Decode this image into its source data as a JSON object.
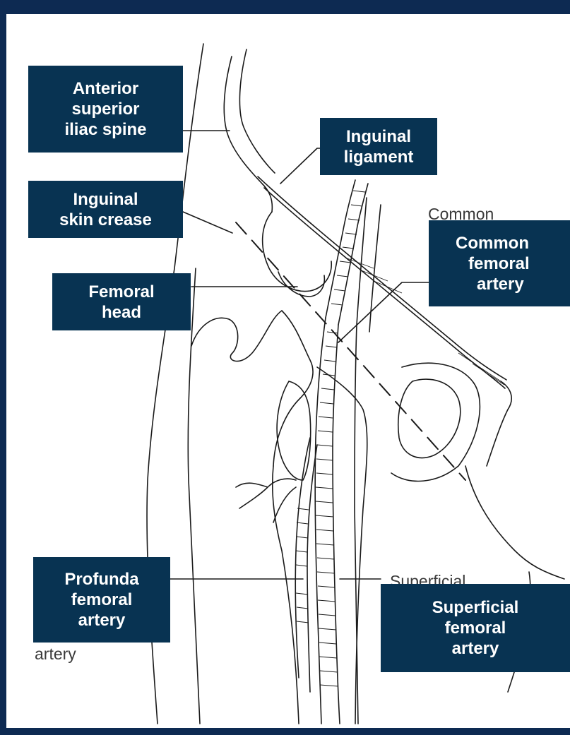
{
  "labels": {
    "asis": [
      "Anterior",
      "superior",
      "iliac spine"
    ],
    "inguinal_ligament": [
      "Inguinal",
      "ligament"
    ],
    "skin_crease": [
      "Inguinal",
      "skin crease"
    ],
    "femoral_head": [
      "Femoral",
      "head"
    ],
    "common_femoral": [
      "Common",
      "femoral",
      "artery"
    ],
    "profunda": [
      "Profunda",
      "femoral",
      "artery"
    ],
    "superficial": [
      "Superficial",
      "femoral",
      "artery"
    ]
  },
  "ghost_text": {
    "common": "Common",
    "superficial": "Superficial",
    "artery": "artery"
  },
  "colors": {
    "frame": "#0d2a52",
    "label_bg": "#083352",
    "label_text": "#ffffff",
    "ink": "#1a1a1a"
  }
}
